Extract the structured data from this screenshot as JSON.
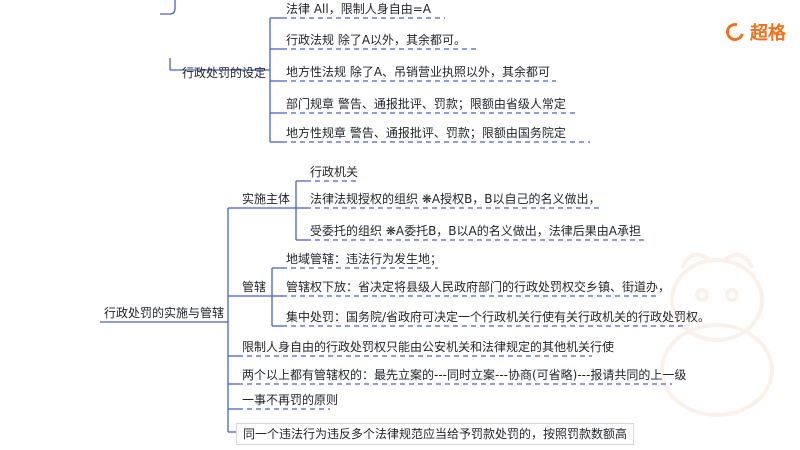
{
  "brand": {
    "logo_text": "超格",
    "accent": "#f2711c"
  },
  "mindmap": {
    "penalty_setting": {
      "title": "行政处罚的设定",
      "items": [
        "法律        All，限制人身自由=A",
        "行政法规        除了A以外，其余都可。",
        "地方性法规        除了A、吊销营业执照以外，其余都可",
        "部门规章        警告、通报批评、罚款；限额由省级人常定",
        "地方性规章        警告、通报批评、罚款；限额由国务院定"
      ]
    },
    "implementation": {
      "title": "行政处罚的实施与管辖",
      "subject": {
        "title": "实施主体",
        "items": [
          "行政机关",
          "法律法规授权的组织        ❋A授权B，B以自己的名义做出，",
          "受委托的组织        ❋A委托B，B以A的名义做出，法律后果由A承担"
        ]
      },
      "jurisdiction": {
        "title": "管辖",
        "items": [
          "地域管辖：违法行为发生地；",
          "管辖权下放：省决定将县级人民政府部门的行政处罚权交乡镇、街道办，",
          "集中处罚：国务院/省政府可决定一个行政机关行使有关行政机关的行政处罚权。"
        ]
      },
      "others": [
        "限制人身自由的行政处罚权只能由公安机关和法律规定的其他机关行使",
        "两个以上都有管辖权的：最先立案的---同时立案---协商(可省略)---报请共同的上一级",
        "一事不再罚的原则",
        "同一个违法行为违反多个法律规范应当给予罚款处罚的，按照罚款数额高"
      ]
    }
  }
}
